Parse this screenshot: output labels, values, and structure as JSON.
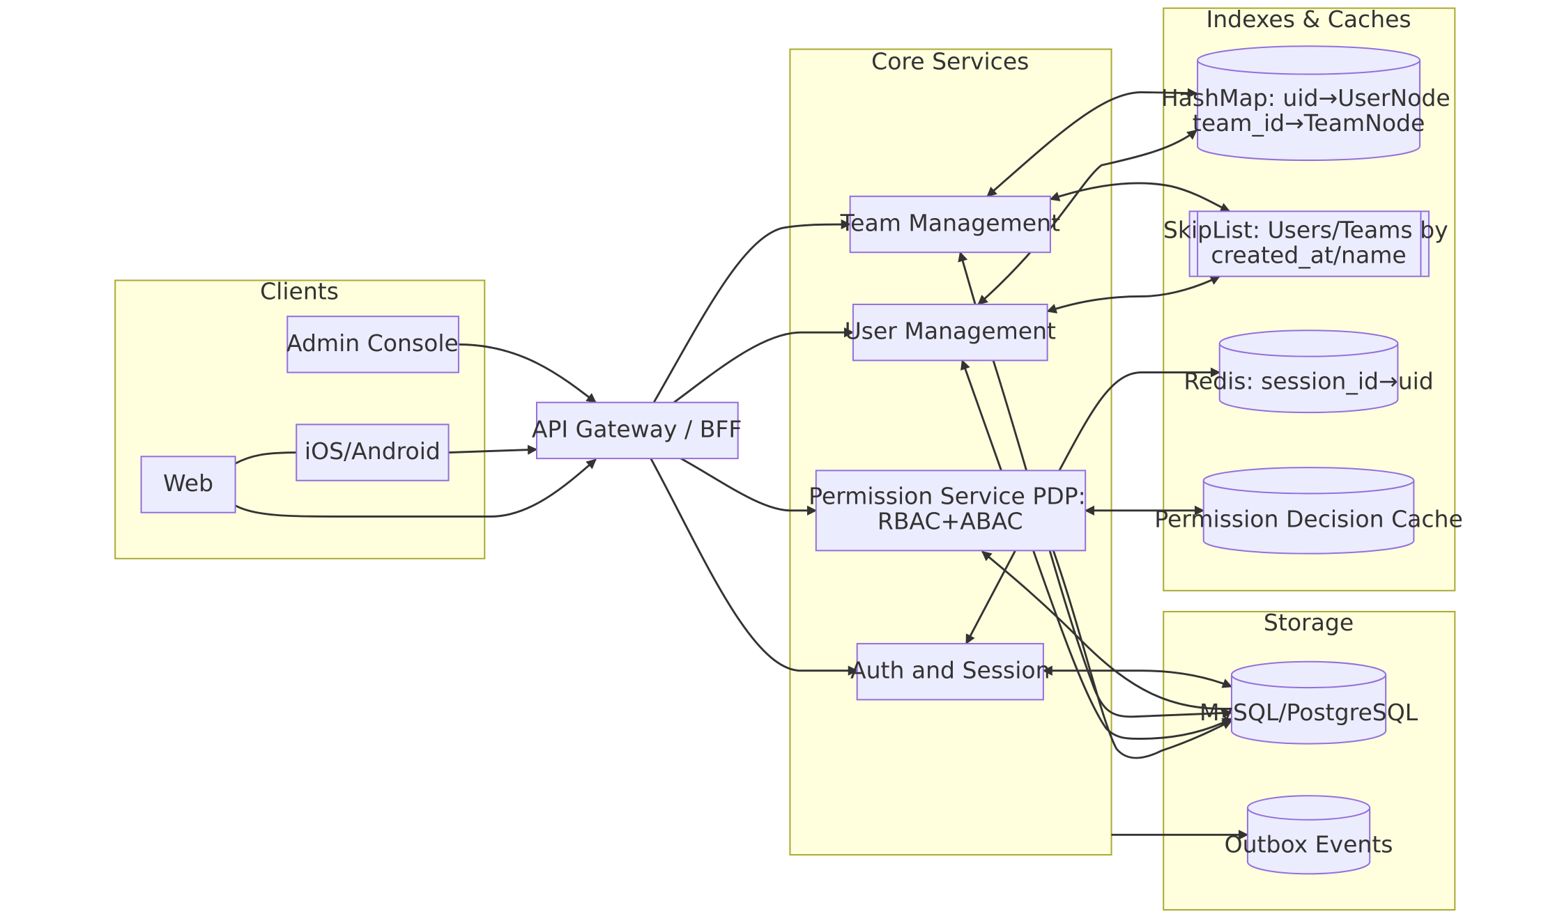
{
  "clusters": {
    "clients": "Clients",
    "core": "Core Services",
    "indexes": "Indexes & Caches",
    "storage": "Storage"
  },
  "nodes": {
    "admin": "Admin Console",
    "mobile": "iOS/Android",
    "web": "Web",
    "gateway": "API Gateway / BFF",
    "team": "Team Management",
    "user": "User Management",
    "perm_line1": "Permission Service PDP:",
    "perm_line2": "RBAC+ABAC",
    "auth": "Auth and Session",
    "hashmap_line1": "HashMap: uid→UserNode",
    "hashmap_line2": "team_id→TeamNode",
    "skiplist_line1": "SkipList: Users/Teams by",
    "skiplist_line2": "created_at/name",
    "redis": "Redis: session_id→uid",
    "pdcache": "Permission Decision Cache",
    "sql": "MySQL/PostgreSQL",
    "outbox": "Outbox Events"
  },
  "colors": {
    "cluster_fill": "#ffffde",
    "cluster_stroke": "#aaaa33",
    "node_fill": "#ececff",
    "node_stroke": "#9370db",
    "edge": "#333333"
  }
}
